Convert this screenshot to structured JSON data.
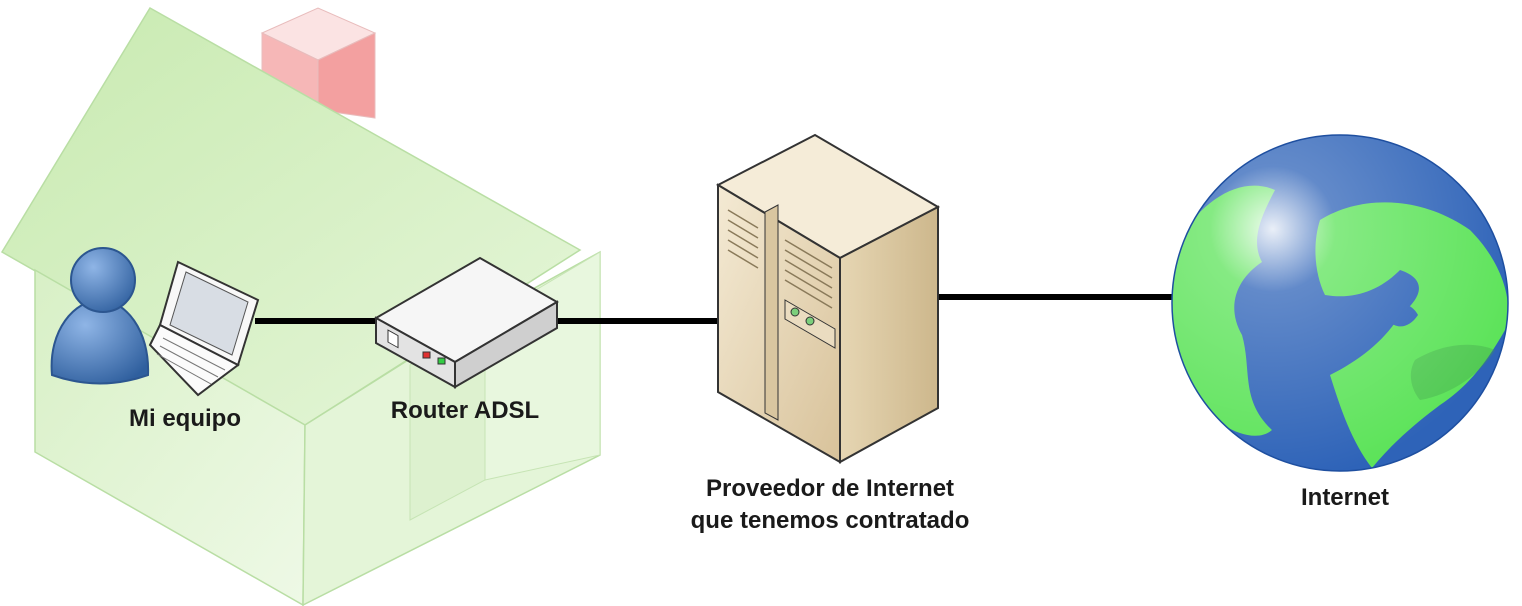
{
  "nodes": {
    "computer": {
      "label": "Mi equipo",
      "icon": "user-laptop-icon"
    },
    "router": {
      "label": "Router ADSL",
      "icon": "router-icon"
    },
    "isp": {
      "line1": "Proveedor de Internet",
      "line2": "que tenemos contratado",
      "icon": "server-icon"
    },
    "internet": {
      "label": "Internet",
      "icon": "globe-icon"
    }
  },
  "colors": {
    "house_fill": "#e3f4d6",
    "chimney": "#f4a3a3",
    "user_blue": "#4a7fc0",
    "server_beige": "#e8d9b9",
    "globe_ocean": "#2e63b8",
    "globe_land": "#5de35a",
    "connection": "#000000"
  }
}
